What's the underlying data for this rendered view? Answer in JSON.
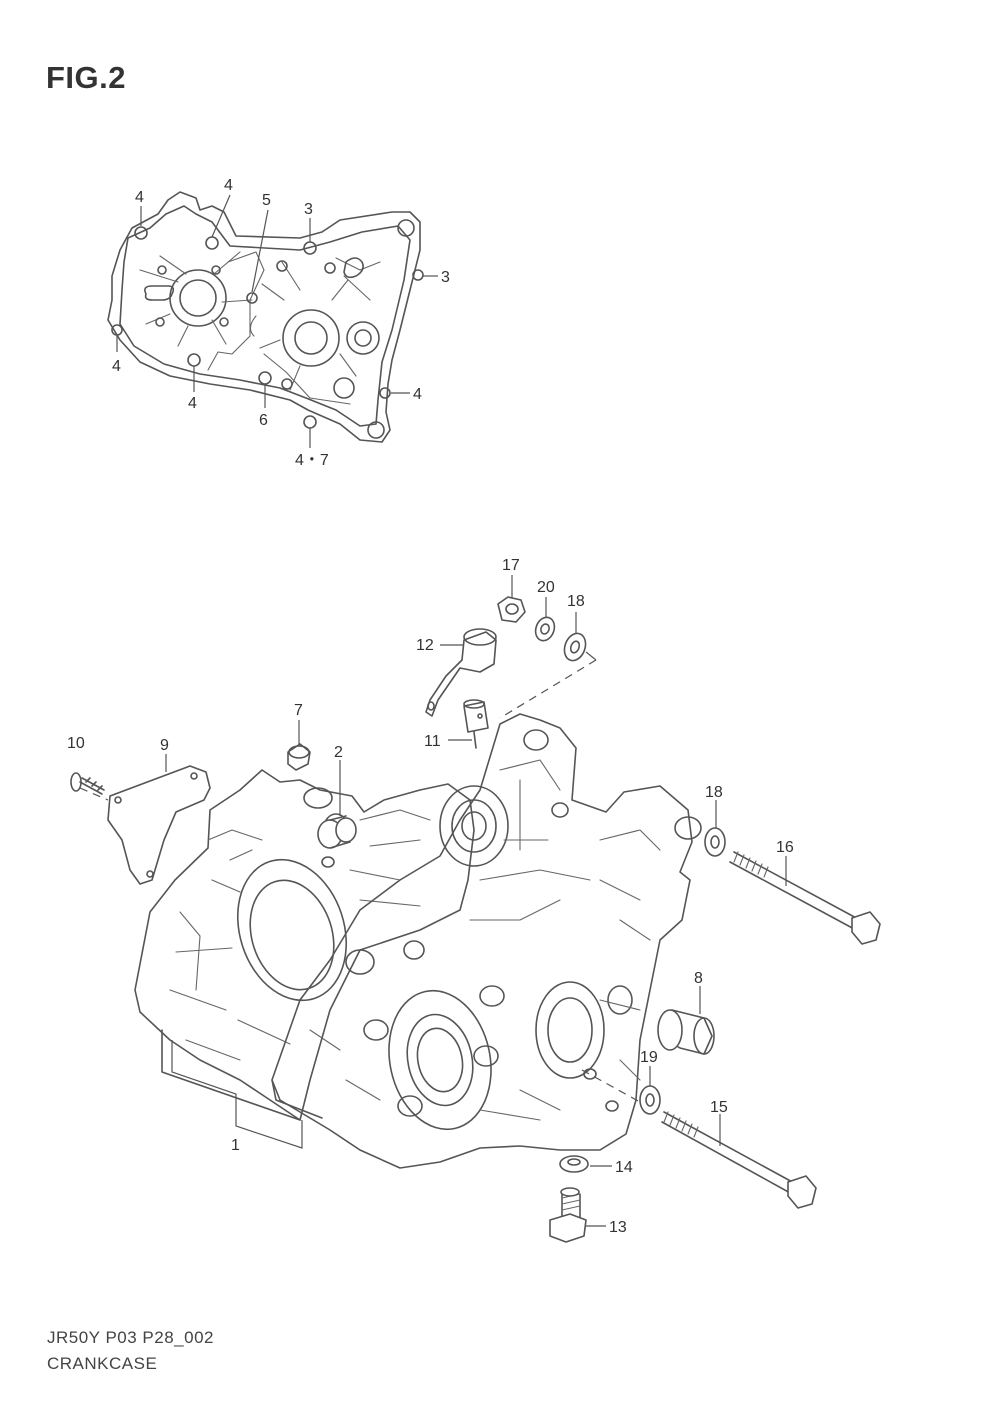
{
  "figure": {
    "title": "FIG.2"
  },
  "footer": {
    "code": "JR50Y P03 P28_002",
    "title": "CRANKCASE"
  },
  "gasket_callouts": [
    "4",
    "4",
    "5",
    "3",
    "3",
    "4",
    "4",
    "6",
    "4",
    "4・7"
  ],
  "assembly_callouts": [
    "17",
    "20",
    "18",
    "12",
    "11",
    "7",
    "10",
    "9",
    "2",
    "18",
    "16",
    "8",
    "19",
    "15",
    "14",
    "13",
    "1"
  ],
  "colors": {
    "line": "#555555",
    "text": "#333333",
    "background": "#ffffff"
  }
}
